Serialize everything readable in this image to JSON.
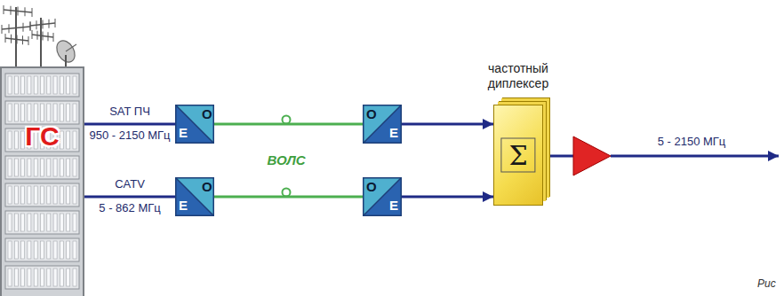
{
  "diagram": {
    "nodes": [
      {
        "text": [
          "ГС"
        ]
      },
      {
        "text": [
          "E",
          "O"
        ]
      },
      {
        "text": [
          "E",
          "O"
        ]
      },
      {
        "text": [
          "O",
          "E"
        ]
      },
      {
        "text": [
          "O",
          "E"
        ]
      },
      {
        "text": [
          "Σ",
          "частотный диплексер"
        ]
      }
    ],
    "edges": [
      {
        "from": 0,
        "to": 1,
        "label": "SAT ПЧ",
        "arrow": "none"
      },
      {
        "from": 0,
        "to": 2,
        "label": "CATV",
        "arrow": "none"
      },
      {
        "from": 1,
        "to": 3,
        "arrow": "none"
      },
      {
        "from": 2,
        "to": 4,
        "arrow": "none"
      },
      {
        "from": 3,
        "to": 5,
        "arrow": "to"
      },
      {
        "from": 4,
        "to": 5,
        "arrow": "to"
      }
    ],
    "labels": [
      "950 - 2150 МГц",
      "5 - 862 МГц",
      "ВОЛС",
      "5 - 2150 МГц",
      "Рис"
    ]
  }
}
